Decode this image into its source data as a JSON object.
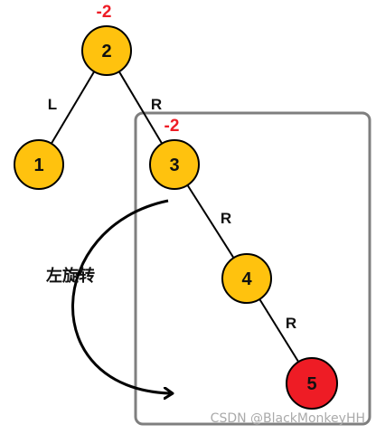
{
  "colors": {
    "node_fill": "#FFC20E",
    "highlight_fill": "#EE1C25",
    "node_stroke": "#000000",
    "bf_color": "#EE1C25",
    "box_stroke": "#7F7F7F",
    "watermark": "#AAAAAA"
  },
  "nodes": [
    {
      "id": "n2",
      "label": "2"
    },
    {
      "id": "n1",
      "label": "1"
    },
    {
      "id": "n3",
      "label": "3"
    },
    {
      "id": "n4",
      "label": "4"
    },
    {
      "id": "n5",
      "label": "5"
    }
  ],
  "edges": [
    {
      "from": "n2",
      "to": "n1",
      "label": "L"
    },
    {
      "from": "n2",
      "to": "n3",
      "label": "R"
    },
    {
      "from": "n3",
      "to": "n4",
      "label": "R"
    },
    {
      "from": "n4",
      "to": "n5",
      "label": "R"
    }
  ],
  "balance_factors": {
    "n2": "-2",
    "n3": "-2"
  },
  "rotation_label": "左旋转",
  "watermark": "CSDN @BlackMonkeyHH"
}
